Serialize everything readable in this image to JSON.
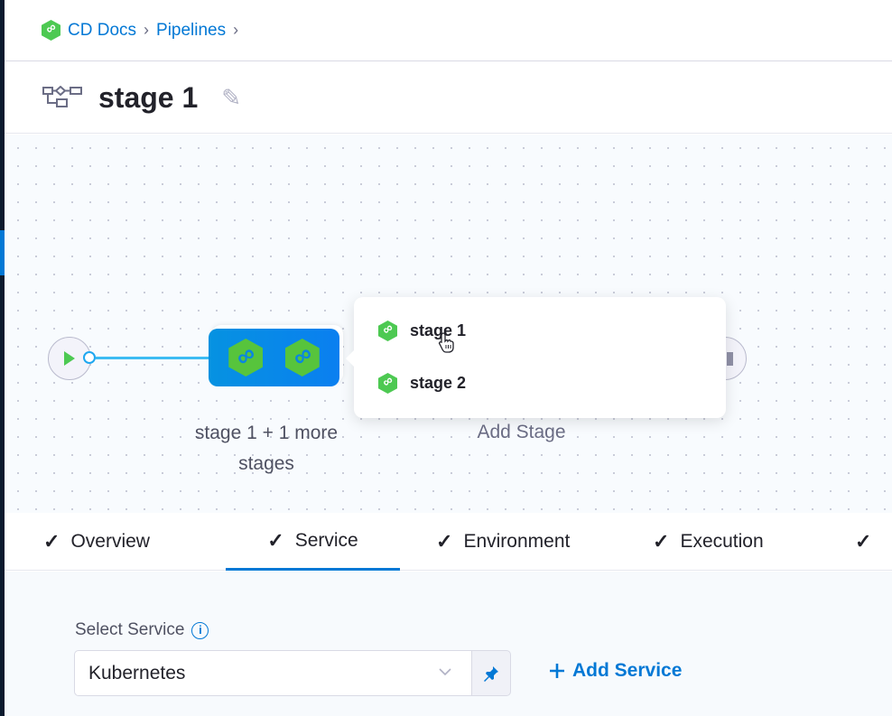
{
  "breadcrumb": {
    "items": [
      "CD Docs",
      "Pipelines"
    ],
    "icon": "cd-module-icon"
  },
  "header": {
    "title": "stage 1",
    "icon": "pipeline-stage-icon"
  },
  "canvas": {
    "group_label": "stage 1 + 1 more stages",
    "add_stage_label": "Add Stage",
    "popup_items": [
      "stage 1",
      "stage 2"
    ]
  },
  "tabs": [
    {
      "label": "Overview",
      "active": false
    },
    {
      "label": "Service",
      "active": true
    },
    {
      "label": "Environment",
      "active": false
    },
    {
      "label": "Execution",
      "active": false
    }
  ],
  "service": {
    "label": "Select Service",
    "value": "Kubernetes",
    "add_label": "Add Service"
  },
  "colors": {
    "accent": "#0278d5",
    "module_green": "#4dc952",
    "sidebar": "#0b1a2e"
  }
}
